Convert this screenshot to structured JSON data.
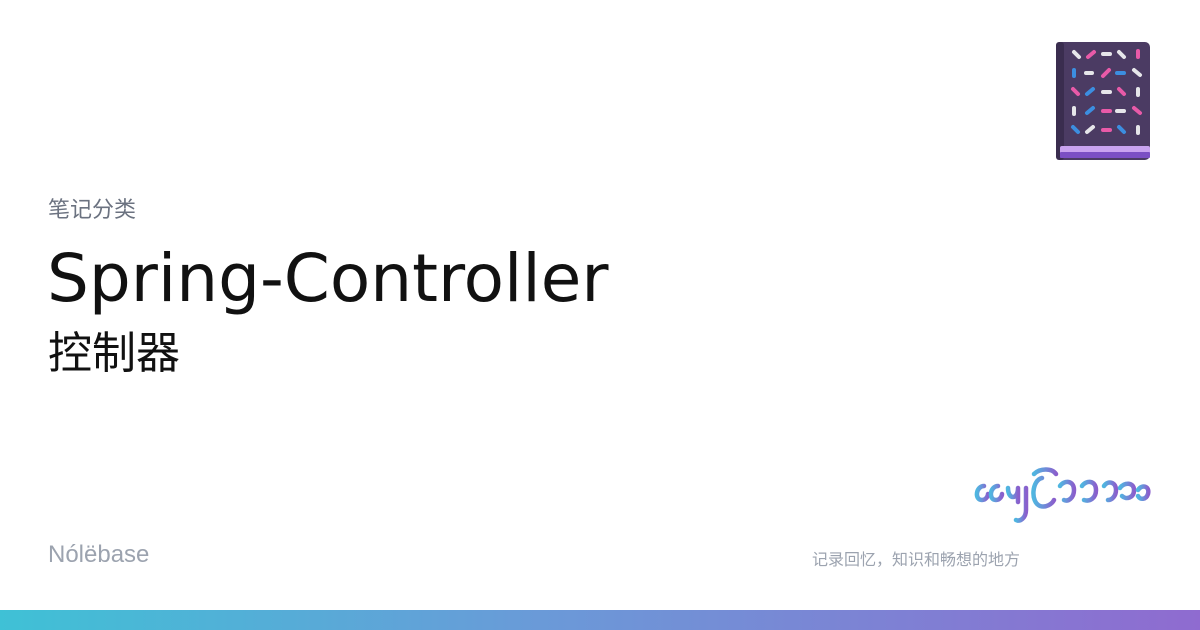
{
  "category": "笔记分类",
  "title": "Spring-Controller",
  "subtitle": "控制器",
  "site_name": "Nólëbase",
  "tagline": "记录回忆，知识和畅想的地方",
  "icons": {
    "book": "notebook-icon",
    "logo": "tengwar-logo"
  },
  "colors": {
    "title": "#111111",
    "muted": "#9ca3af",
    "gradient_start": "#3fc1d6",
    "gradient_end": "#8f6bd0",
    "book_cover": "#4b3b63"
  }
}
